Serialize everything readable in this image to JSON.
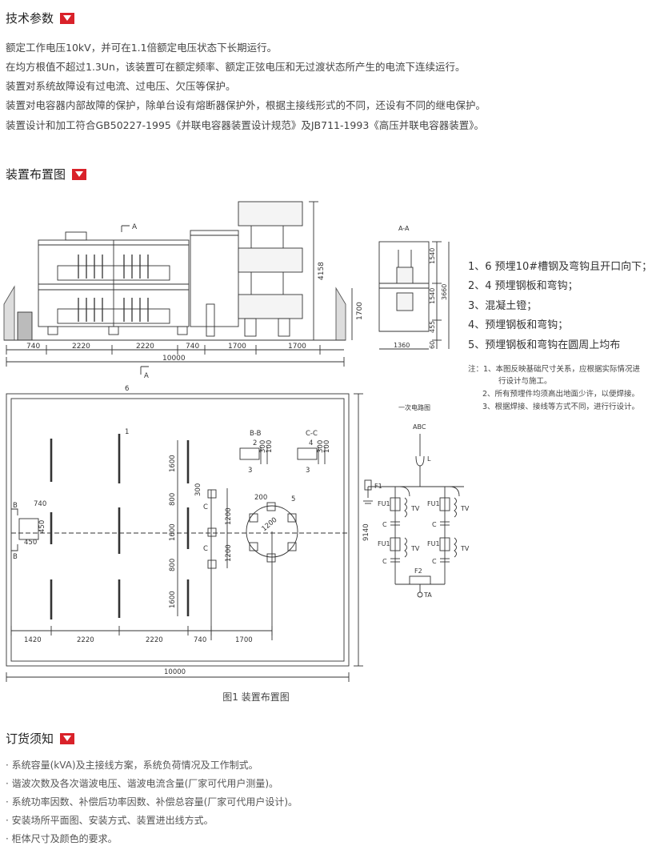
{
  "sections": {
    "tech_params": {
      "title": "技术参数"
    },
    "layout": {
      "title": "装置布置图"
    },
    "order": {
      "title": "订货须知"
    }
  },
  "tech_params_paragraphs": [
    "额定工作电压10kV，并可在1.1倍额定电压状态下长期运行。",
    "在均方根值不超过1.3Un，该装置可在额定频率、额定正弦电压和无过渡状态所产生的电流下连续运行。",
    "装置对系统故障设有过电流、过电压、欠压等保护。",
    "装置对电容器内部故障的保护，除单台设有熔断器保护外，根据主接线形式的不同，还设有不同的继电保护。",
    "装置设计和加工符合GB50227-1995《并联电容器装置设计规范》及JB711-1993《高压并联电容器装置》。"
  ],
  "legend": [
    "1、6 预埋10#槽钢及弯钩且开口向下；",
    "2、4 预埋钢板和弯钩；",
    "3、混凝土镫；",
    "4、预埋钢板和弯钩；",
    "5、预埋钢板和弯钩在圆周上均布"
  ],
  "notes": {
    "line1": "注：1、本图反映基础尺寸关系，应根据实际情况进",
    "line1b": "行设计与施工。",
    "line2": "2、所有预埋件均须高出地面少许，以便焊接。",
    "line3": "3、根据焊接、接线等方式不同，进行行设计。"
  },
  "drawing": {
    "elevation_dims": [
      "740",
      "2220",
      "2220",
      "740",
      "1700",
      "1700"
    ],
    "total_width": "10000",
    "height_4158": "4158",
    "height_1700": "1700",
    "section_aa_label": "A-A",
    "aa_dims": [
      "1540",
      "1540",
      "455",
      "60"
    ],
    "aa_total": "3660",
    "aa_width": "1360",
    "marker_a": "A",
    "plan_dims": [
      "1420",
      "2220",
      "2220",
      "740",
      "1700"
    ],
    "plan_total": "10000",
    "plan_height": "9140",
    "plan_vert": [
      "1600",
      "800",
      "1600",
      "800",
      "1600"
    ],
    "plan_vert2": [
      "300",
      "1200",
      "1200"
    ],
    "plan_740": "740",
    "plan_450": "450",
    "plan_450b": "450",
    "plan_200": "200",
    "plan_1200": "1200",
    "plan_label_1": "1",
    "plan_label_5": "5",
    "plan_label_6": "6",
    "bb_label": "B-B",
    "cc_label": "C-C",
    "bb_nums": [
      "2",
      "300",
      "100"
    ],
    "cc_nums": [
      "4",
      "300",
      "100"
    ],
    "bb_three": "3",
    "cc_three": "3",
    "marker_b": "B",
    "marker_c": "C",
    "circuit_title": "一次电路图",
    "circuit_abc": "ABC",
    "circuit_l": "L",
    "circuit_f1": "F1",
    "circuit_fu1": "FU1",
    "circuit_tv": "TV",
    "circuit_c": "C",
    "circuit_f2": "F2",
    "circuit_ta": "TA"
  },
  "caption": "图1 装置布置图",
  "order_items": [
    "· 系统容量(kVA)及主接线方案，系统负荷情况及工作制式。",
    "· 谐波次数及各次谐波电压、谐波电流含量(厂家可代用户测量)。",
    "· 系统功率因数、补偿后功率因数、补偿总容量(厂家可代用户设计)。",
    "· 安装场所平面图、安装方式、装置进出线方式。",
    "· 柜体尺寸及颜色的要求。"
  ],
  "colors": {
    "accent": "#d9222a",
    "line": "#333333"
  }
}
